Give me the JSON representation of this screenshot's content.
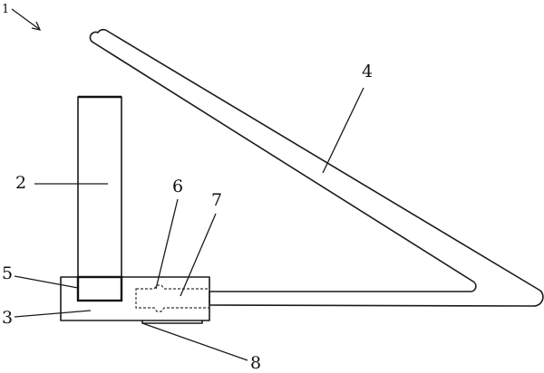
{
  "labels": {
    "one": "1",
    "two": "2",
    "three": "3",
    "four": "4",
    "five": "5",
    "six": "6",
    "seven": "7",
    "eight": "8"
  },
  "colors": {
    "line": "#1a1a1a",
    "background": "#ffffff"
  }
}
